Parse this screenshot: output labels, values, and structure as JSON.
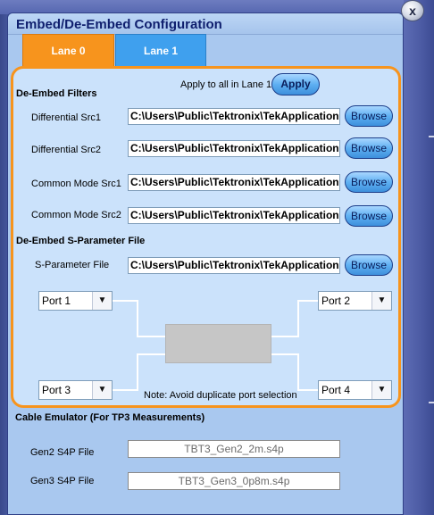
{
  "dialog": {
    "title": "Embed/De-Embed Configuration",
    "close_glyph": "x"
  },
  "tabs": [
    {
      "label": "Lane 0",
      "active": true,
      "color": "#f7941d"
    },
    {
      "label": "Lane 1",
      "active": false,
      "color": "#3fa0ee"
    }
  ],
  "deembed_filters": {
    "heading": "De-Embed Filters",
    "apply_all_label": "Apply to all in Lane 1",
    "apply_label": "Apply",
    "rows": [
      {
        "label": "Differential Src1",
        "value": "C:\\Users\\Public\\Tektronix\\TekApplications",
        "browse_label": "Browse"
      },
      {
        "label": "Differential Src2",
        "value": "C:\\Users\\Public\\Tektronix\\TekApplications",
        "browse_label": "Browse"
      },
      {
        "label": "Common Mode Src1",
        "value": "C:\\Users\\Public\\Tektronix\\TekApplications",
        "browse_label": "Browse"
      },
      {
        "label": "Common Mode Src2",
        "value": "C:\\Users\\Public\\Tektronix\\TekApplications",
        "browse_label": "Browse"
      }
    ]
  },
  "sparam": {
    "heading": "De-Embed S-Parameter File",
    "label": "S-Parameter File",
    "value": "C:\\Users\\Public\\Tektronix\\TekApplications",
    "browse_label": "Browse"
  },
  "ports": {
    "port1": "Port 1",
    "port2": "Port 2",
    "port3": "Port 3",
    "port4": "Port 4",
    "note": "Note: Avoid duplicate port selection"
  },
  "cable_emulator": {
    "heading": "Cable Emulator (For TP3 Measurements)",
    "gen2_label": "Gen2 S4P File",
    "gen2_value": "TBT3_Gen2_2m.s4p",
    "gen3_label": "Gen3 S4P File",
    "gen3_value": "TBT3_Gen3_0p8m.s4p"
  },
  "icons": {
    "close": "close-icon",
    "dropdown": "chevron-down-icon"
  },
  "colors": {
    "accent_orange": "#f7941d",
    "tab_blue": "#3fa0ee",
    "dialog_bg": "#a9c8ef",
    "panel_bg": "#cbe2fb",
    "title_text": "#0f1f6e"
  }
}
